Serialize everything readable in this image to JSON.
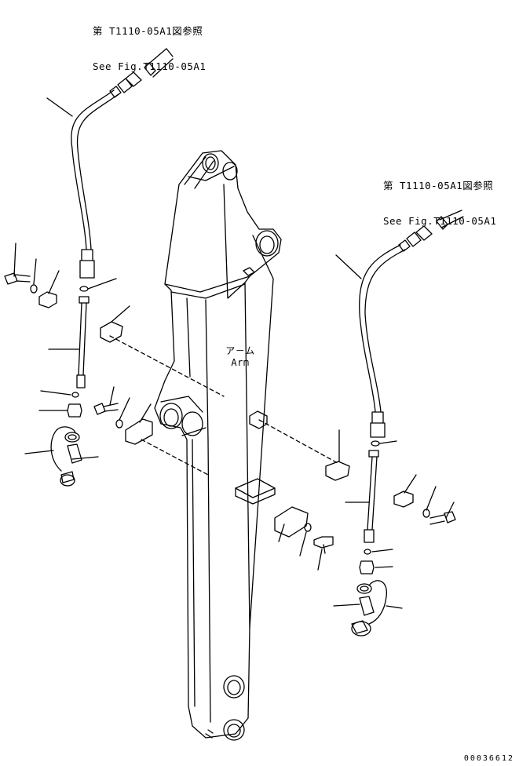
{
  "references": [
    {
      "line1": "第 T1110-05A1図参照",
      "line2": "See Fig.T1110-05A1"
    },
    {
      "line1": "第 T1110-05A1図参照",
      "line2": "See Fig.T1110-05A1"
    }
  ],
  "arm_label": {
    "ja": "ア－ム",
    "en": "Arm"
  },
  "document_number": "00036612"
}
